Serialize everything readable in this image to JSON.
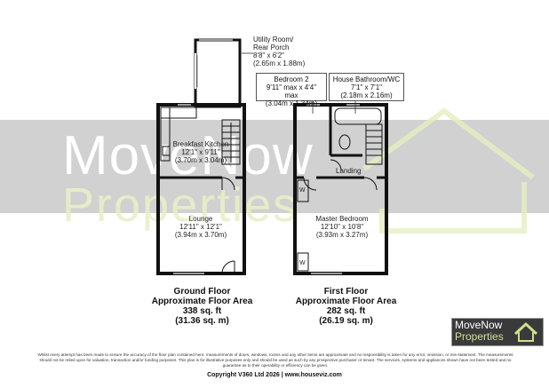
{
  "rooms": {
    "utility": {
      "name_l1": "Utility Room/",
      "name_l2": "Rear Porch",
      "imperial": "8'8\" x 6'2\"",
      "metric": "(2.65m x 1.88m)"
    },
    "bedroom2": {
      "name": "Bedroom 2",
      "imperial": "9'11\" max x 4'4\" max",
      "metric": "(3.04m x 1.34m)"
    },
    "bathroom": {
      "name": "House Bathroom/WC",
      "imperial": "7'1\" x 7'1\"",
      "metric": "(2.18m x 2.16m)"
    },
    "kitchen": {
      "name": "Breakfast Kitchen",
      "imperial": "12'1\" x 9'11\"",
      "metric": "(3.70m x 3.04m)"
    },
    "lounge": {
      "name": "Lounge",
      "imperial": "12'11\" x 12'1\"",
      "metric": "(3.94m x 3.70m)"
    },
    "landing": {
      "name": "Landing"
    },
    "master": {
      "name": "Master Bedroom",
      "imperial": "12'10\" x 10'8\"",
      "metric": "(3.93m x 3.27m)"
    }
  },
  "wardrobe_marks": [
    "W",
    "W"
  ],
  "floors": {
    "ground": {
      "l1": "Ground Floor",
      "l2": "Approximate Floor Area",
      "l3": "338 sq. ft",
      "l4": "(31.36 sq. m)"
    },
    "first": {
      "l1": "First Floor",
      "l2": "Approximate Floor Area",
      "l3": "282 sq. ft",
      "l4": "(26.19 sq. m)"
    }
  },
  "watermark": {
    "line1": "MoveNow",
    "line2": "Properties"
  },
  "logo": {
    "line1": "MoveNow",
    "line2": "Properties"
  },
  "disclaimer": "Whilst every attempt has been made to ensure the accuracy of the floor plan contained here, measurements of doors, windows, rooms and any other items are approximate and no responsibility is taken for any error, omission, or mis-statement. The measurements should not be relied upon for valuation, transaction and/or funding purposes. This plan is for illustrative purposes only and should be used as such by any prospective purchaser or tenant. The services, systems and appliances shown have not been tested and no guarantee as to their operability or efficiency can be given.",
  "copyright": "Copyright V360 Ltd 2026 | www.houseviz.com",
  "colors": {
    "wall": "#111111",
    "band": "#c9c9c9",
    "accent": "#cfe08e"
  }
}
